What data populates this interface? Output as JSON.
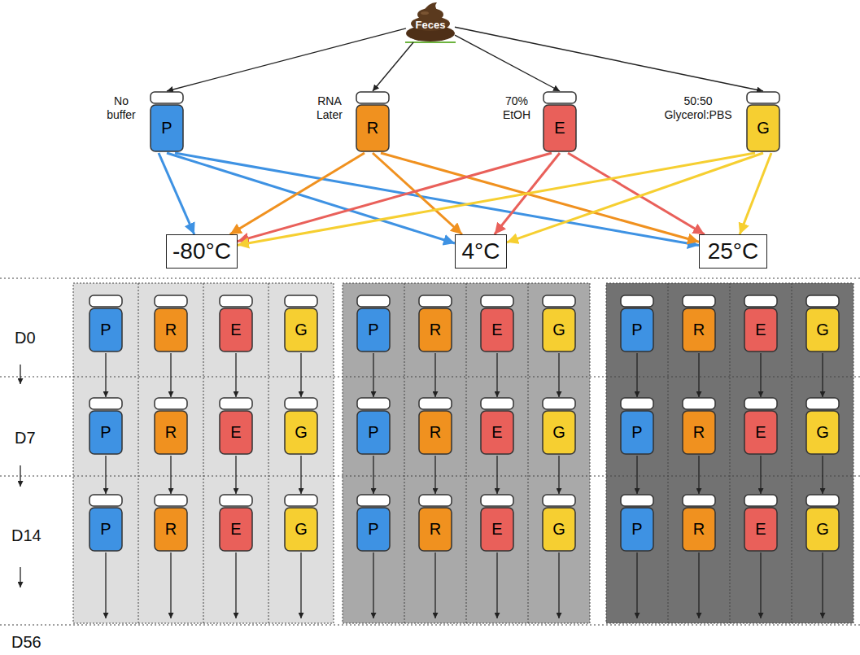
{
  "diagram": {
    "nodes": [
      {
        "text": [
          "Feces"
        ]
      },
      {
        "text": [
          "No buffer",
          "P"
        ]
      },
      {
        "text": [
          "RNA Later",
          "R"
        ]
      },
      {
        "text": [
          "70% EtOH",
          "E"
        ]
      },
      {
        "text": [
          "50:50 Glycerol:PBS",
          "G"
        ]
      },
      {
        "text": [
          "-80°C"
        ]
      },
      {
        "text": [
          "4°C"
        ]
      },
      {
        "text": [
          "25°C"
        ]
      },
      {
        "text": [
          "P"
        ]
      },
      {
        "text": [
          "R"
        ]
      },
      {
        "text": [
          "E"
        ]
      },
      {
        "text": [
          "G"
        ]
      },
      {
        "text": [
          "P"
        ]
      },
      {
        "text": [
          "R"
        ]
      },
      {
        "text": [
          "E"
        ]
      },
      {
        "text": [
          "G"
        ]
      },
      {
        "text": [
          "P"
        ]
      },
      {
        "text": [
          "R"
        ]
      },
      {
        "text": [
          "E"
        ]
      },
      {
        "text": [
          "G"
        ]
      },
      {
        "text": [
          "P"
        ]
      },
      {
        "text": [
          "R"
        ]
      },
      {
        "text": [
          "E"
        ]
      },
      {
        "text": [
          "G"
        ]
      },
      {
        "text": [
          "P"
        ]
      },
      {
        "text": [
          "R"
        ]
      },
      {
        "text": [
          "E"
        ]
      },
      {
        "text": [
          "G"
        ]
      },
      {
        "text": [
          "P"
        ]
      },
      {
        "text": [
          "R"
        ]
      },
      {
        "text": [
          "E"
        ]
      },
      {
        "text": [
          "G"
        ]
      },
      {
        "text": [
          "P"
        ]
      },
      {
        "text": [
          "R"
        ]
      },
      {
        "text": [
          "E"
        ]
      },
      {
        "text": [
          "G"
        ]
      },
      {
        "text": [
          "P"
        ]
      },
      {
        "text": [
          "R"
        ]
      },
      {
        "text": [
          "E"
        ]
      },
      {
        "text": [
          "G"
        ]
      },
      {
        "text": [
          "P"
        ]
      },
      {
        "text": [
          "R"
        ]
      },
      {
        "text": [
          "E"
        ]
      },
      {
        "text": [
          "G"
        ]
      }
    ],
    "edges": [
      {
        "from": 0,
        "to": 1,
        "arrow": "to"
      },
      {
        "from": 0,
        "to": 2,
        "arrow": "to"
      },
      {
        "from": 0,
        "to": 3,
        "arrow": "to"
      },
      {
        "from": 0,
        "to": 4,
        "arrow": "to"
      },
      {
        "from": 1,
        "to": 5,
        "arrow": "to"
      },
      {
        "from": 1,
        "to": 6,
        "arrow": "to"
      },
      {
        "from": 1,
        "to": 7,
        "arrow": "to"
      },
      {
        "from": 2,
        "to": 5,
        "arrow": "to"
      },
      {
        "from": 2,
        "to": 6,
        "arrow": "to"
      },
      {
        "from": 2,
        "to": 7,
        "arrow": "to"
      },
      {
        "from": 3,
        "to": 5,
        "arrow": "to"
      },
      {
        "from": 3,
        "to": 6,
        "arrow": "to"
      },
      {
        "from": 3,
        "to": 7,
        "arrow": "to"
      },
      {
        "from": 4,
        "to": 5,
        "arrow": "to"
      },
      {
        "from": 4,
        "to": 6,
        "arrow": "to"
      },
      {
        "from": 4,
        "to": 7,
        "arrow": "to"
      },
      {
        "from": 8,
        "to": 20,
        "arrow": "to"
      },
      {
        "from": 9,
        "to": 21,
        "arrow": "to"
      },
      {
        "from": 10,
        "to": 22,
        "arrow": "to"
      },
      {
        "from": 11,
        "to": 23,
        "arrow": "to"
      },
      {
        "from": 12,
        "to": 24,
        "arrow": "to"
      },
      {
        "from": 13,
        "to": 25,
        "arrow": "to"
      },
      {
        "from": 14,
        "to": 26,
        "arrow": "to"
      },
      {
        "from": 15,
        "to": 27,
        "arrow": "to"
      },
      {
        "from": 16,
        "to": 28,
        "arrow": "to"
      },
      {
        "from": 17,
        "to": 29,
        "arrow": "to"
      },
      {
        "from": 18,
        "to": 30,
        "arrow": "to"
      },
      {
        "from": 19,
        "to": 31,
        "arrow": "to"
      },
      {
        "from": 20,
        "to": 32,
        "arrow": "to"
      },
      {
        "from": 21,
        "to": 33,
        "arrow": "to"
      },
      {
        "from": 22,
        "to": 34,
        "arrow": "to"
      },
      {
        "from": 23,
        "to": 35,
        "arrow": "to"
      },
      {
        "from": 24,
        "to": 36,
        "arrow": "to"
      },
      {
        "from": 25,
        "to": 37,
        "arrow": "to"
      },
      {
        "from": 26,
        "to": 38,
        "arrow": "to"
      },
      {
        "from": 27,
        "to": 39,
        "arrow": "to"
      },
      {
        "from": 28,
        "to": 40,
        "arrow": "to"
      },
      {
        "from": 29,
        "to": 41,
        "arrow": "to"
      },
      {
        "from": 30,
        "to": 42,
        "arrow": "to"
      },
      {
        "from": 31,
        "to": 43,
        "arrow": "to"
      }
    ],
    "labels": [
      "D0",
      "D7",
      "D14",
      "D56"
    ]
  }
}
